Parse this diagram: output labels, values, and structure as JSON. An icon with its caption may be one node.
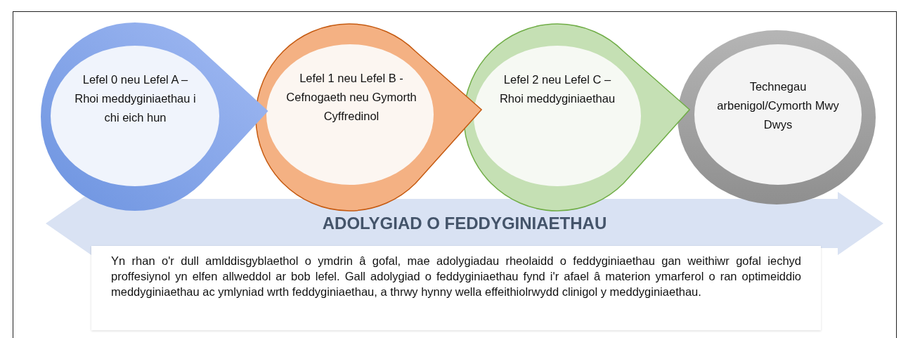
{
  "diagram": {
    "nodes": [
      {
        "text": [
          "Lefel 0 neu Lefel A – Rhoi meddyginiaethau i chi eich  hun"
        ]
      },
      {
        "text": [
          "Lefel 1 neu Lefel B - Cefnogaeth neu Gymorth Cyffredinol"
        ]
      },
      {
        "text": [
          "Lefel 2 neu Lefel C – Rhoi meddyginiaethau"
        ]
      },
      {
        "text": [
          "Technegau arbenigol/Cymorth Mwy Dwys"
        ]
      },
      {
        "text": [
          "ADOLYGIAD O FEDDYGINIAETHAU"
        ]
      },
      {
        "text": [
          "Yn rhan o'r dull amlddisgyblaethol o ymdrin â gofal, mae adolygiadau rheolaidd o feddyginiaethau gan weithiwr gofal iechyd proffesiynol yn elfen allweddol ar bob lefel. Gall adolygiad o feddyginiaethau fynd i'r afael â materion ymarferol o ran optimeiddio meddyginiaethau ac ymlyniad wrth feddyginiaethau, a thrwy hynny wella effeithiolrwydd clinigol y meddyginiaethau."
        ]
      }
    ]
  }
}
